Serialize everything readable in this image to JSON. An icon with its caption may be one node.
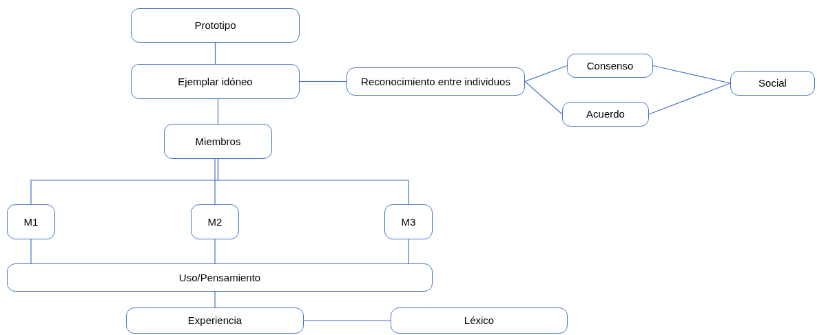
{
  "diagram": {
    "nodes": [
      {
        "text": [
          "Prototipo"
        ]
      },
      {
        "text": [
          "Ejemplar idóneo"
        ]
      },
      {
        "text": [
          "Reconocimiento entre individuos"
        ]
      },
      {
        "text": [
          "Consenso"
        ]
      },
      {
        "text": [
          "Acuerdo"
        ]
      },
      {
        "text": [
          "Social"
        ]
      },
      {
        "text": [
          "Miembros"
        ]
      },
      {
        "text": [
          "M1"
        ]
      },
      {
        "text": [
          "M2"
        ]
      },
      {
        "text": [
          "M3"
        ]
      },
      {
        "text": [
          "Uso/Pensamiento"
        ]
      },
      {
        "text": [
          "Experiencia"
        ]
      },
      {
        "text": [
          "Léxico"
        ]
      }
    ],
    "edges": [
      {
        "from": 0,
        "to": 1,
        "arrow": "none"
      },
      {
        "from": 1,
        "to": 2,
        "arrow": "none"
      },
      {
        "from": 2,
        "to": 3,
        "arrow": "none"
      },
      {
        "from": 2,
        "to": 4,
        "arrow": "none"
      },
      {
        "from": 3,
        "to": 5,
        "arrow": "none"
      },
      {
        "from": 4,
        "to": 5,
        "arrow": "none"
      },
      {
        "from": 1,
        "to": 6,
        "arrow": "none"
      },
      {
        "from": 6,
        "to": 7,
        "arrow": "none"
      },
      {
        "from": 6,
        "to": 8,
        "arrow": "none"
      },
      {
        "from": 6,
        "to": 9,
        "arrow": "none"
      },
      {
        "from": 7,
        "to": 10,
        "arrow": "none"
      },
      {
        "from": 8,
        "to": 10,
        "arrow": "none"
      },
      {
        "from": 9,
        "to": 10,
        "arrow": "none"
      },
      {
        "from": 10,
        "to": 11,
        "arrow": "none"
      },
      {
        "from": 11,
        "to": 12,
        "arrow": "none"
      }
    ]
  }
}
